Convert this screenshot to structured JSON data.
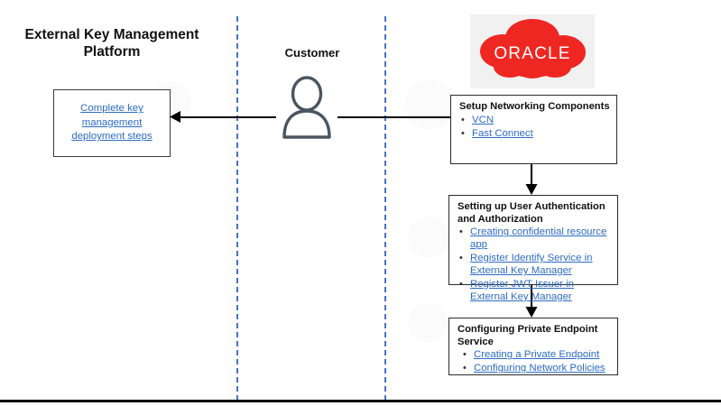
{
  "diagram": {
    "platform_title": "External Key Management\nPlatform",
    "customer_lane_label": "Customer",
    "brand": {
      "logo_text": "ORACLE",
      "logo_color": "#EE2722",
      "logo_backdrop": "#f1f1f1"
    },
    "colors": {
      "link": "#2E6BC4",
      "lane_divider": "#4472C4",
      "connector": "#000000",
      "box_border": "#2b2b2b",
      "actor_stroke": "#4a5560"
    },
    "deployment_box": {
      "link_text": "Complete key\nmanagement\ndeployment steps"
    },
    "boxes": [
      {
        "title": "Setup Networking Components",
        "items": [
          "VCN",
          "Fast Connect"
        ]
      },
      {
        "title": "Setting up User Authentication and Authorization",
        "items": [
          "Creating confidential resource app",
          "Register Identify Service in External Key Manager",
          "Register JWT Issuer in External Key Manager"
        ]
      },
      {
        "title": "Configuring Private Endpoint Service",
        "items": [
          "Creating a Private Endpoint",
          "Configuring Network Policies"
        ]
      }
    ]
  }
}
